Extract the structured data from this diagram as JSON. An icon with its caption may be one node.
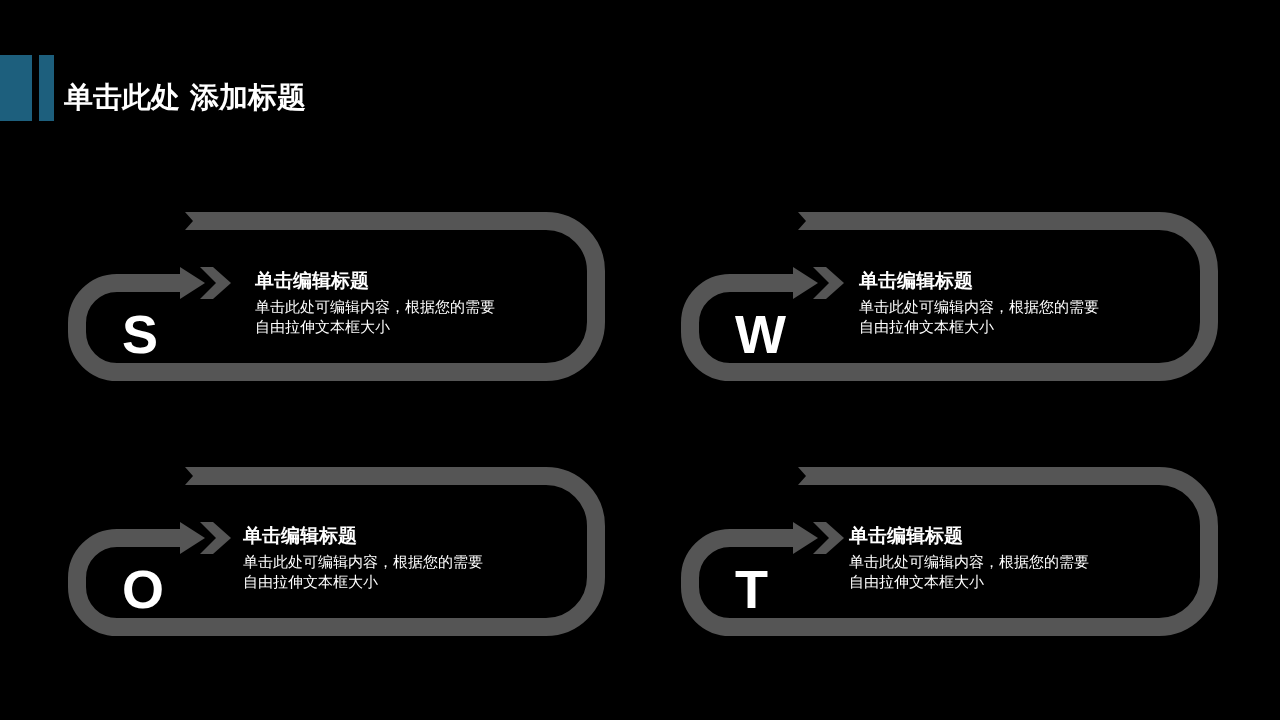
{
  "diagram": {
    "title": "单击此处 添加标题",
    "nodes": [
      {
        "text": [
          "S",
          "单击编辑标题",
          "单击此处可编辑内容，根据您的需要自由拉伸文本框大小"
        ]
      },
      {
        "text": [
          "W",
          "单击编辑标题",
          "单击此处可编辑内容，根据您的需要自由拉伸文本框大小"
        ]
      },
      {
        "text": [
          "O",
          "单击编辑标题",
          "单击此处可编辑内容，根据您的需要自由拉伸文本框大小"
        ]
      },
      {
        "text": [
          "T",
          "单击编辑标题",
          "单击此处可编辑内容，根据您的需要自由拉伸文本框大小"
        ]
      }
    ]
  }
}
